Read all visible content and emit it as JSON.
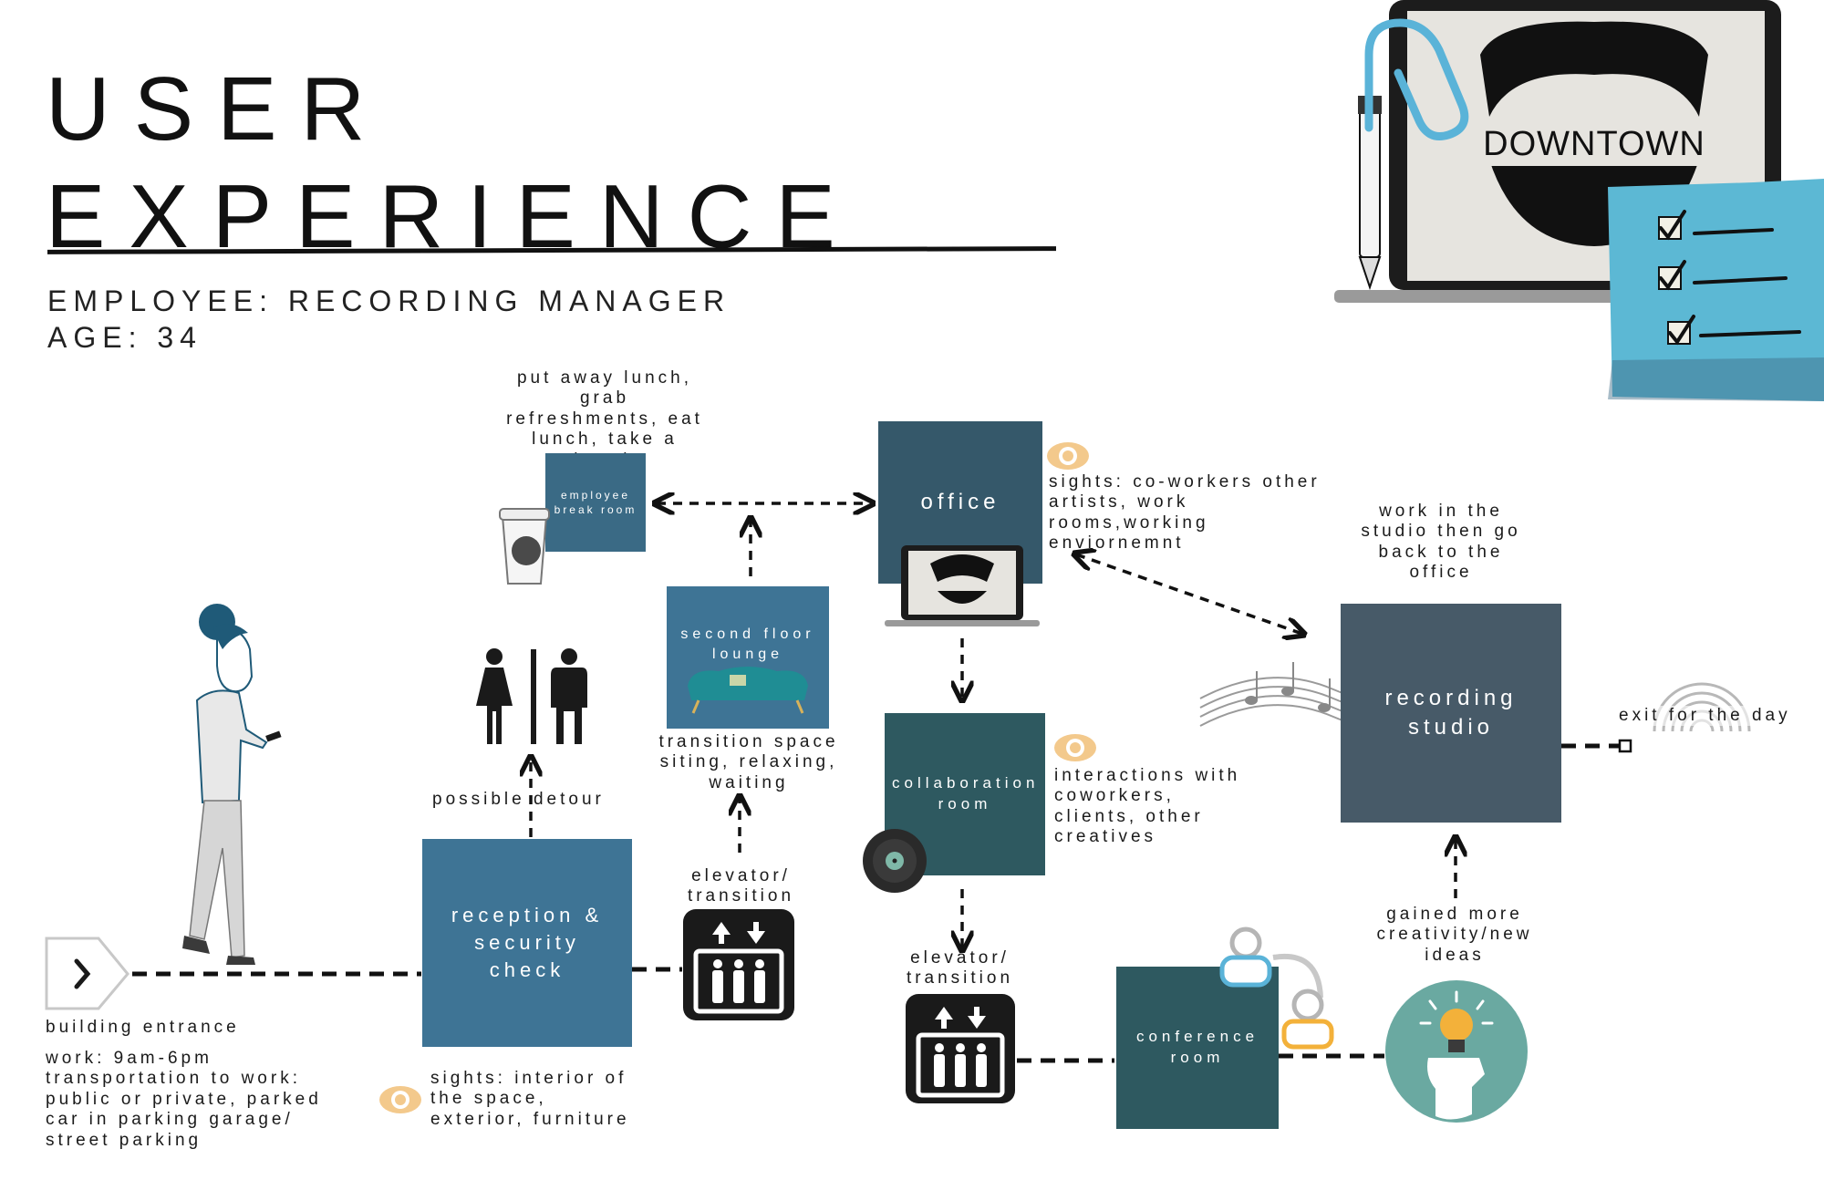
{
  "title": {
    "line1": "USER",
    "line2": "EXPERIENCE"
  },
  "persona": {
    "employee": "EMPLOYEE: RECORDING MANAGER",
    "age": "AGE: 34"
  },
  "laptop_logo_text": "DOWNTOWN",
  "boxes": {
    "break_room": "employee break room",
    "office": "office",
    "lounge": "second floor lounge",
    "collaboration": "collaboration room",
    "recording": "recording studio",
    "reception": "reception & security check",
    "conference": "conference room"
  },
  "labels": {
    "break_note": "put away lunch, grab refreshments, eat lunch, take a break",
    "office_sights": "sights: co-workers other artists, work rooms,working enviornemnt",
    "studio_note": "work in the studio then go back to the office",
    "lounge_note": "transition space siting, relaxing, waiting",
    "detour": "possible detour",
    "elevator_1": "elevator/ transition",
    "elevator_2": "elevator/ transition",
    "collab_note": "interactions with coworkers, clients, other creatives",
    "exit": "exit for the day",
    "ideas": "gained more creativity/new ideas",
    "entrance": "building entrance",
    "entrance_details": "work: 9am-6pm transportation to work: public or private, parked car in parking garage/ street parking",
    "reception_sights": "sights: interior of the space, exterior, furniture"
  },
  "colors": {
    "box_blue": "#3e7495",
    "box_slate": "#35586a",
    "box_teal": "#2e5960",
    "sticky_note": "#5cb8d4",
    "eye_icon": "#f3c98c",
    "idea_circle": "#6aa9a1",
    "bulb": "#f3b13a"
  },
  "icons": [
    "laptop-icon",
    "paperclip-icon",
    "pen-icon",
    "checklist-note-icon",
    "coffee-cup-icon",
    "restroom-icon",
    "sofa-icon",
    "eye-icon",
    "vinyl-record-icon",
    "music-notes-icon",
    "rainbow-exit-icon",
    "chevron-right-icon",
    "elevator-icon",
    "people-network-icon",
    "lightbulb-head-icon",
    "walking-woman-icon"
  ]
}
